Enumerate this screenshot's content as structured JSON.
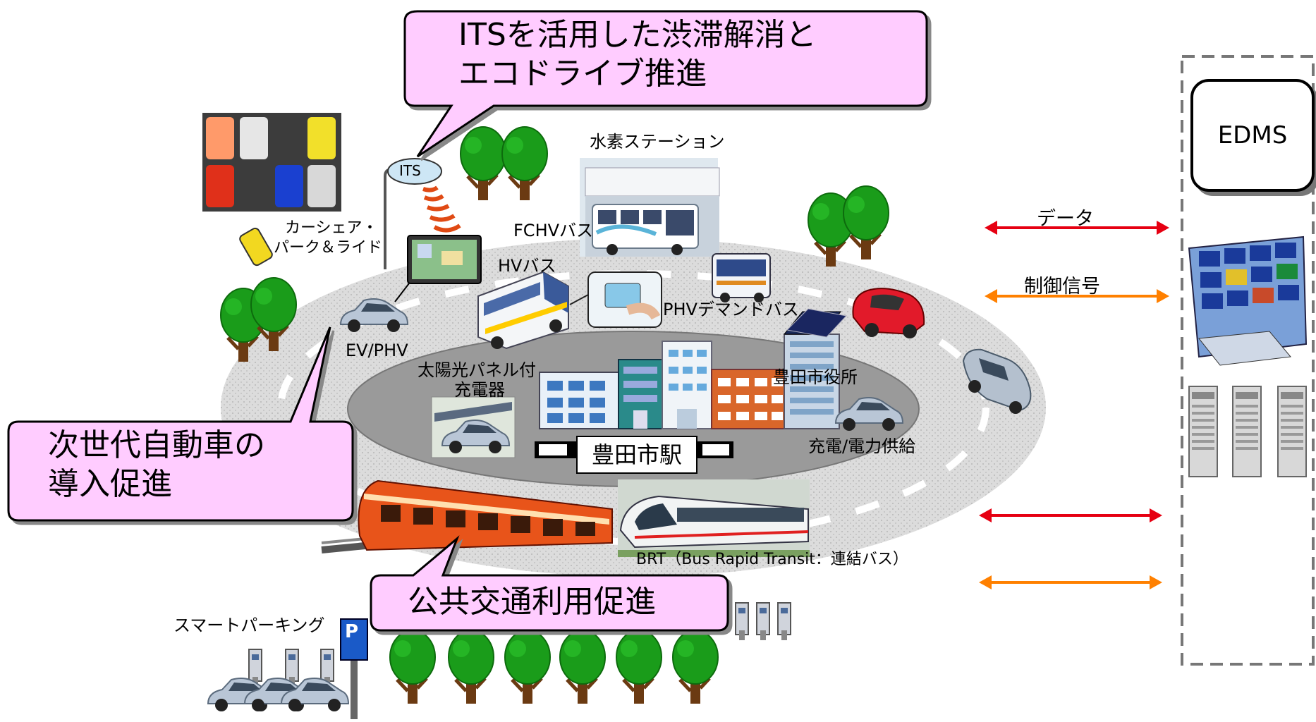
{
  "callouts": {
    "its": {
      "line1": "ITSを活用した渋滞解消と",
      "line2": "エコドライブ推進"
    },
    "next_gen": {
      "line1": "次世代自動車の",
      "line2": "導入促進"
    },
    "public": {
      "line1": "公共交通利用促進"
    }
  },
  "labels": {
    "carshare_line1": "カーシェア・",
    "carshare_line2": "パーク＆ライド",
    "its_sign": "ITS",
    "hydrogen": "水素ステーション",
    "fchv_bus": "FCHVバス",
    "hv_bus": "HVバス",
    "phv_demand_bus": "PHVデマンドバス",
    "ev_phv": "EV/PHV",
    "solar_line1": "太陽光パネル付",
    "solar_line2": "充電器",
    "city_hall": "豊田市役所",
    "charge_supply": "充電/電力供給",
    "station": "豊田市駅",
    "brt": "BRT（Bus Rapid Transit：連結バス）",
    "smart_parking": "スマートパーキング",
    "parking_sign": "P"
  },
  "edms": {
    "label": "EDMS",
    "data_label": "データ",
    "control_label": "制御信号"
  },
  "colors": {
    "callout_fill": "#ffccff",
    "road": "#d4d4d4",
    "tree": "#149414",
    "data_arrow": "#e60012",
    "control_arrow": "#ff8000"
  }
}
